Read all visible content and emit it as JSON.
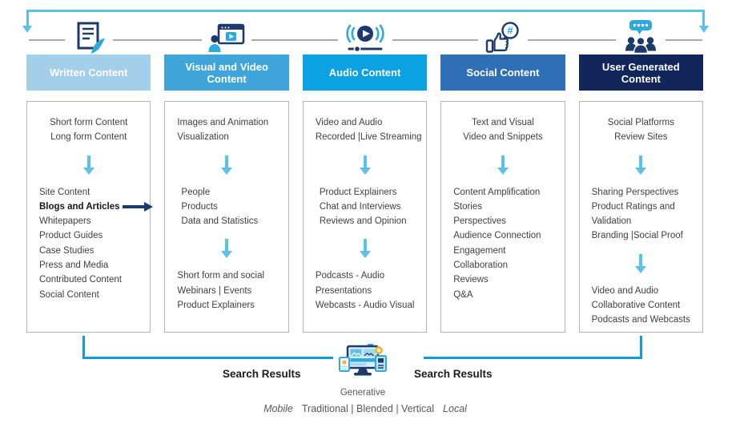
{
  "columns": [
    {
      "id": "written-content",
      "icon": "document-feather-icon",
      "header": "Written Content",
      "header_bg": "#a3cfea",
      "blocks": [
        {
          "type": "lines",
          "align": "center",
          "lines": [
            "Short form Content",
            "Long form Content"
          ]
        },
        {
          "type": "arrow"
        },
        {
          "type": "lines",
          "align": "left",
          "lines": [
            "Site Content",
            {
              "text": "Blogs and Articles",
              "bold": true,
              "pointer": true
            },
            "Whitepapers",
            "Product Guides",
            "Case Studies",
            "Press and Media",
            "Contributed Content",
            "Social Content"
          ]
        }
      ]
    },
    {
      "id": "visual-video-content",
      "icon": "person-video-icon",
      "header": "Visual and Video Content",
      "header_bg": "#3fa5da",
      "blocks": [
        {
          "type": "lines",
          "align": "left",
          "lines": [
            "Images and Animation",
            "Visualization"
          ]
        },
        {
          "type": "arrow"
        },
        {
          "type": "lines",
          "align": "left-indent",
          "lines": [
            "People",
            "Products",
            "Data and Statistics"
          ]
        },
        {
          "type": "arrow"
        },
        {
          "type": "lines",
          "align": "left",
          "lines": [
            "Short form and social",
            "Webinars | Events",
            "Product Explainers"
          ]
        }
      ]
    },
    {
      "id": "audio-content",
      "icon": "audio-play-waves-icon",
      "header": "Audio Content",
      "header_bg": "#0ba1e2",
      "blocks": [
        {
          "type": "lines",
          "align": "left",
          "lines": [
            "Video and Audio",
            "Recorded |Live Streaming"
          ]
        },
        {
          "type": "arrow"
        },
        {
          "type": "lines",
          "align": "left-indent",
          "lines": [
            "Product Explainers",
            "Chat and Interviews",
            "Reviews and Opinion"
          ]
        },
        {
          "type": "arrow"
        },
        {
          "type": "lines",
          "align": "left",
          "lines": [
            "Podcasts - Audio",
            "Presentations",
            "Webcasts - Audio Visual"
          ]
        }
      ]
    },
    {
      "id": "social-content",
      "icon": "thumbsup-hashtag-icon",
      "header": "Social Content",
      "header_bg": "#2e6fb6",
      "blocks": [
        {
          "type": "lines",
          "align": "center",
          "lines": [
            "Text and Visual",
            "Video and Snippets"
          ]
        },
        {
          "type": "arrow"
        },
        {
          "type": "lines",
          "align": "left",
          "lines": [
            "Content Amplification",
            "Stories",
            "Perspectives",
            "Audience Connection",
            "Engagement",
            "Collaboration",
            "Reviews",
            "Q&A"
          ]
        }
      ]
    },
    {
      "id": "user-generated-content",
      "icon": "people-chat-icon",
      "header": "User Generated Content",
      "header_bg": "#13265c",
      "blocks": [
        {
          "type": "lines",
          "align": "center",
          "lines": [
            "Social Platforms",
            "Review Sites"
          ]
        },
        {
          "type": "arrow"
        },
        {
          "type": "lines",
          "align": "left",
          "lines": [
            "Sharing Perspectives",
            "Product Ratings and",
            "Validation",
            "Branding |Social Proof"
          ]
        },
        {
          "type": "arrow"
        },
        {
          "type": "lines",
          "align": "left",
          "lines": [
            "Video and Audio",
            "Collaborative Content",
            "Podcasts and Webcasts"
          ]
        }
      ]
    }
  ],
  "bottom": {
    "search_results_left": "Search Results",
    "search_results_right": "Search Results",
    "generative_icon": "generative-search-icon",
    "generative_label": "Generative",
    "footer_segments": [
      {
        "text": "Mobile",
        "italic": true
      },
      {
        "text": "Traditional | Blended | Vertical",
        "italic": false
      },
      {
        "text": "Local",
        "italic": true
      }
    ]
  },
  "colors": {
    "accent_light_blue": "#5bc0ea",
    "bracket_blue": "#0d9cdf",
    "navy": "#1e3a6d",
    "header_written": "#a3cfea",
    "header_visual_video": "#3fa5da",
    "header_audio": "#0ba1e2",
    "header_social": "#2e6fb6",
    "header_user_generated": "#13265c",
    "list_text": "#3f3f3f",
    "footer_text": "#595959"
  }
}
